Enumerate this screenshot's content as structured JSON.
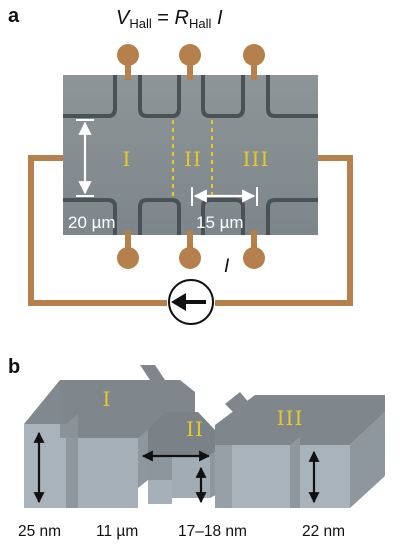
{
  "panel_a": {
    "label": "a",
    "equation": {
      "v": "V",
      "v_sub": "Hall",
      "eq": " = ",
      "r": "R",
      "r_sub": "Hall",
      "i": " I"
    },
    "regions": [
      "I",
      "II",
      "III"
    ],
    "width_label": "20 µm",
    "spacing_label": "15 µm",
    "current_label": "I",
    "colors": {
      "chip": "#8a9396",
      "wire": "#b5804b",
      "region_text": "#e8c927"
    }
  },
  "panel_b": {
    "label": "b",
    "regions": [
      "I",
      "II",
      "III"
    ],
    "thickness_labels": [
      "25 nm",
      "11 µm",
      "17–18 nm",
      "22 nm"
    ],
    "colors": {
      "top": "#7f878d",
      "front": "#a9b3bb",
      "side": "#8e979e"
    }
  }
}
